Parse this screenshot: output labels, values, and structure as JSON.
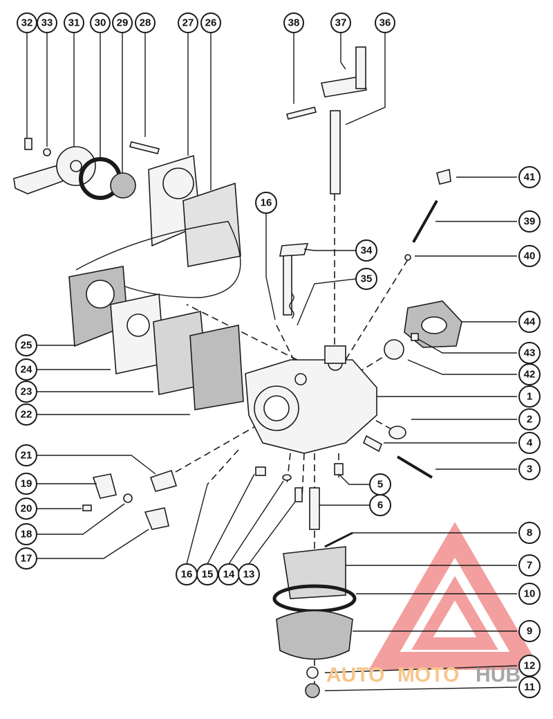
{
  "callouts": [
    "1",
    "2",
    "3",
    "4",
    "5",
    "6",
    "7",
    "8",
    "9",
    "10",
    "11",
    "12",
    "13",
    "14",
    "15",
    "16",
    "16",
    "17",
    "18",
    "19",
    "20",
    "21",
    "22",
    "23",
    "24",
    "25",
    "26",
    "27",
    "28",
    "29",
    "30",
    "31",
    "32",
    "33",
    "34",
    "35",
    "36",
    "37",
    "38",
    "39",
    "40",
    "41",
    "42",
    "43",
    "44"
  ],
  "watermark": {
    "text_part1": "AUTO",
    "text_part2": "MOTO",
    "text_part3": "HUB",
    "colors": {
      "auto": "#f7c58a",
      "moto": "#f7c58a",
      "hub": "#a6a6a6",
      "triangle": "#f08080"
    }
  }
}
